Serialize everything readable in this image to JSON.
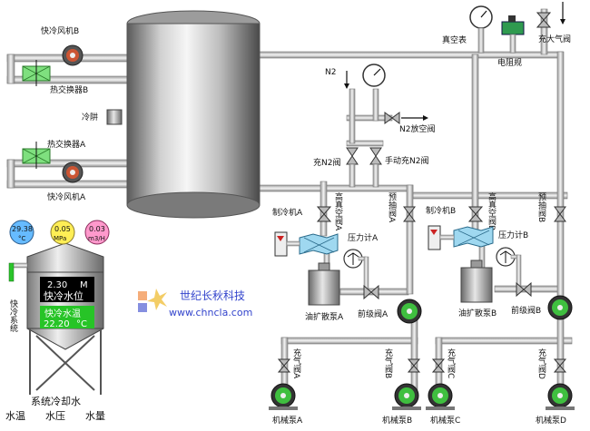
{
  "colors": {
    "pipe_fill": "#d8d8d8",
    "pipe_edge": "#8a8a8a",
    "tank_light": "#f2f2f2",
    "tank_dark": "#6e6e6e",
    "exchanger": "#7fe07f",
    "pump_green": "#3fbf3f",
    "display_bg": "#000000",
    "display_text": "#ffffff",
    "water_green": "#27c427",
    "water_text": "#ffffff",
    "gauge_temp": "#66bbff",
    "gauge_press": "#ffee55",
    "gauge_flow": "#ff99cc",
    "watermark_blue": "#3344cc",
    "watermark_orange": "#ee7722"
  },
  "icons": [
    "fan-pump-icon",
    "heat-exchanger-icon",
    "valve-icon",
    "pressure-gauge-icon",
    "vacuum-gauge-icon",
    "resistance-gauge-icon",
    "flow-meter-icon",
    "motor-icon",
    "arrow-icon"
  ],
  "labels": {
    "fast_cool_fan_b": "快冷风机B",
    "heat_exchanger_b": "热交换器B",
    "cold_trap": "冷阱",
    "heat_exchanger_a": "热交换器A",
    "fast_cool_fan_a": "快冷风机A",
    "n2": "N2",
    "n2_vent": "N2放空阀",
    "charge_n2": "充N2阀",
    "manual_n2": "手动充N2阀",
    "vacuum_gauge": "真空表",
    "resistance_gauge": "电阻规",
    "charge_atm": "充大气阀",
    "cold_trap_a": "制冷机A",
    "high_vac_a": "高真空阀A",
    "pump_valve_a": "预抽阀A",
    "pressure_a": "压力计A",
    "diff_pump_a": "油扩散泵A",
    "foreline_a": "前级阀A",
    "cold_trap_b": "制冷机B",
    "high_vac_b": "高真空阀B",
    "pump_valve_b": "预抽阀B",
    "pressure_b": "压力计B",
    "diff_pump_b": "油扩散泵B",
    "foreline_b": "前级阀B",
    "gas_valve_a": "充气阀A",
    "gas_valve_b": "充气阀B",
    "gas_valve_c": "充气阀C",
    "gas_valve_d": "充气阀D",
    "mech_pump_a": "机械泵A",
    "mech_pump_b": "机械泵B",
    "mech_pump_c": "机械泵C",
    "mech_pump_d": "机械泵D"
  },
  "cooling": {
    "temp_value": "29.38",
    "temp_unit": "°C",
    "press_value": "0.05",
    "press_unit": "MPa",
    "flow_value": "0.03",
    "flow_unit": "m3/H",
    "level_value": "2.30",
    "level_unit": "M",
    "level_label": "快冷水位",
    "water_temp_label": "快冷水温",
    "water_temp_value": "22.20",
    "water_temp_unit": "°C",
    "system_label": "快冷系统",
    "footer_title": "系统冷却水",
    "footer_temp": "水温",
    "footer_press": "水压",
    "footer_flow": "水量"
  },
  "watermark": {
    "line1": "世纪长秋科技",
    "line2": "www.chncla.com"
  }
}
